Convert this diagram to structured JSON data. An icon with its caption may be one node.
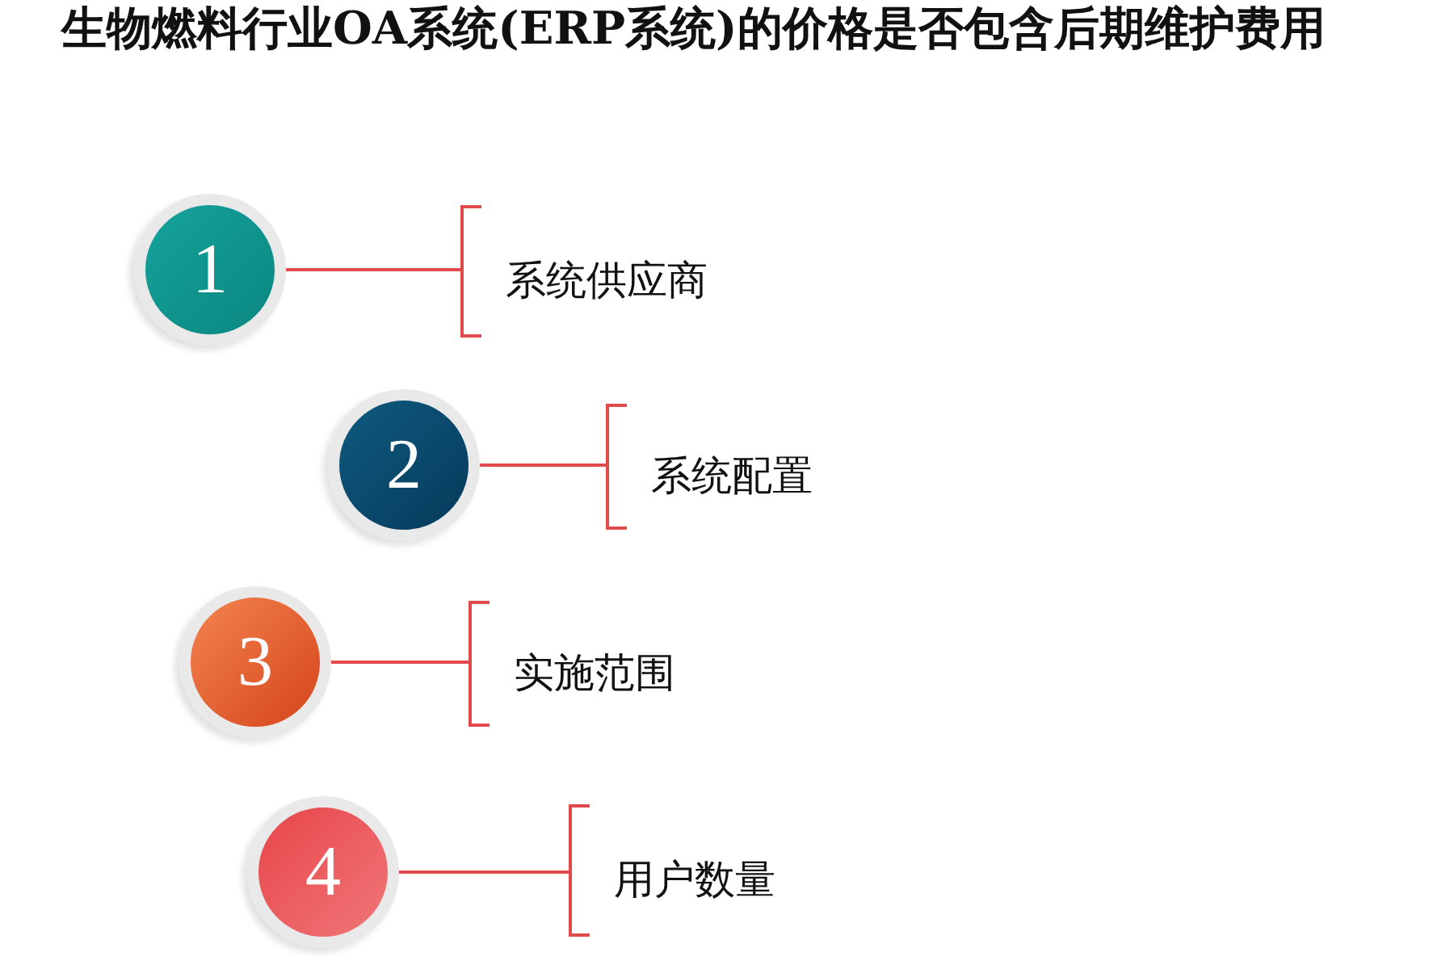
{
  "diagram": {
    "title": "生物燃料行业OA系统(ERP系统)的价格是否包含后期维护费用",
    "nodes": [
      {
        "text": [
          "1"
        ]
      },
      {
        "text": [
          "系统供应商"
        ]
      },
      {
        "text": [
          "2"
        ]
      },
      {
        "text": [
          "系统配置"
        ]
      },
      {
        "text": [
          "3"
        ]
      },
      {
        "text": [
          "实施范围"
        ]
      },
      {
        "text": [
          "4"
        ]
      },
      {
        "text": [
          "用户数量"
        ]
      }
    ],
    "edges": [
      {
        "from": 0,
        "to": 1,
        "arrow": "none"
      },
      {
        "from": 2,
        "to": 3,
        "arrow": "none"
      },
      {
        "from": 4,
        "to": 5,
        "arrow": "none"
      },
      {
        "from": 6,
        "to": 7,
        "arrow": "none"
      }
    ]
  }
}
